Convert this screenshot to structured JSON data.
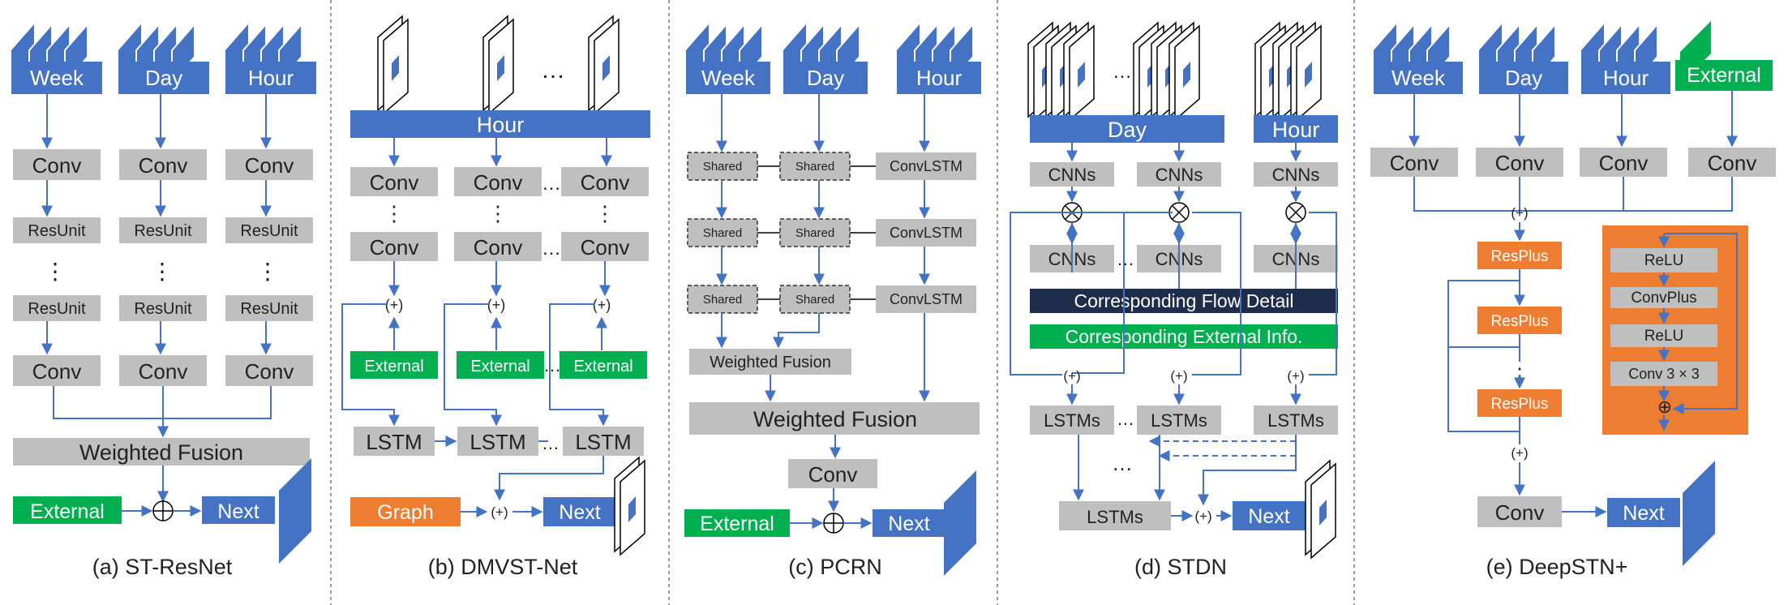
{
  "panel_a": {
    "inputs": [
      "Week",
      "Day",
      "Hour"
    ],
    "conv": "Conv",
    "resunit": "ResUnit",
    "dots": "⋮",
    "weighted_fusion": "Weighted Fusion",
    "external": "External",
    "next": "Next",
    "caption": "(a) ST-ResNet"
  },
  "panel_b": {
    "dots": "…",
    "vdots": "⋮",
    "hour": "Hour",
    "conv": "Conv",
    "external": "External",
    "lstm": "LSTM",
    "graph": "Graph",
    "next": "Next",
    "caption": "(b) DMVST-Net"
  },
  "panel_c": {
    "inputs": [
      "Week",
      "Day",
      "Hour"
    ],
    "shared": "Shared",
    "convlstm": "ConvLSTM",
    "weighted_fusion_small": "Weighted Fusion",
    "weighted_fusion": "Weighted Fusion",
    "conv": "Conv",
    "external": "External",
    "next": "Next",
    "caption": "(c) PCRN"
  },
  "panel_d": {
    "dots": "…",
    "day": "Day",
    "hour": "Hour",
    "cnns": "CNNs",
    "flow_detail": "Corresponding Flow Detail",
    "external_info": "Corresponding External Info.",
    "lstms": "LSTMs",
    "next": "Next",
    "caption": "(d) STDN"
  },
  "panel_e": {
    "inputs": [
      "Week",
      "Day",
      "Hour",
      "External"
    ],
    "conv": "Conv",
    "resplus": "ResPlus",
    "vdots": "⋮",
    "relu": "ReLU",
    "convplus": "ConvPlus",
    "conv3x3": "Conv 3 × 3",
    "next": "Next",
    "caption": "(e) DeepSTN+"
  },
  "symbols": {
    "plus_bracket": "(+)",
    "oplus": "⊕",
    "otimes": "⊗"
  },
  "colors": {
    "blue": "#4472c4",
    "gray": "#bfbfbf",
    "green": "#00b050",
    "orange": "#ed7d31",
    "navy": "#1f2d4d"
  }
}
